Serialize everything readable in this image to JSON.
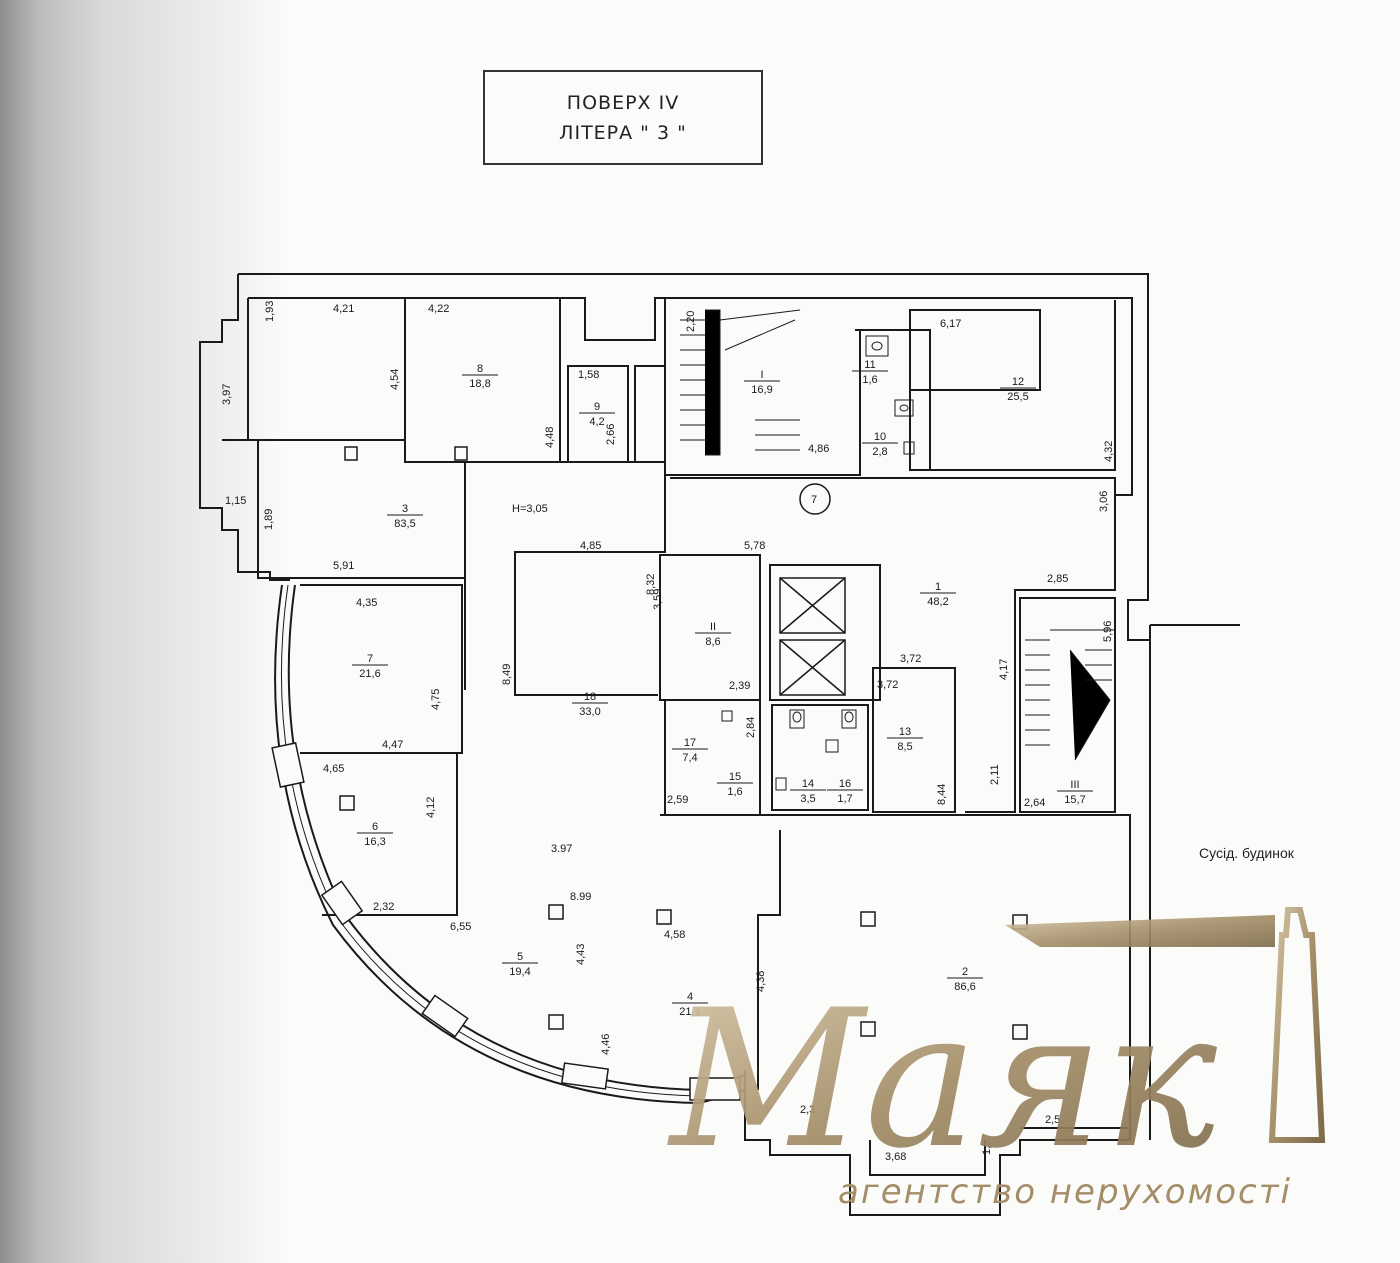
{
  "header": {
    "floor": "ПОВЕРХ IV",
    "letter": "ЛІТЕРА \" 3 \""
  },
  "rooms": [
    {
      "id": "room-8",
      "number": "8",
      "area": "18,8"
    },
    {
      "id": "room-9",
      "number": "9",
      "area": "4,2"
    },
    {
      "id": "room-stair-1",
      "number": "I",
      "area": "16,9"
    },
    {
      "id": "room-11",
      "number": "11",
      "area": "1,6"
    },
    {
      "id": "room-10",
      "number": "10",
      "area": "2,8"
    },
    {
      "id": "room-12",
      "number": "12",
      "area": "25,5"
    },
    {
      "id": "room-3",
      "number": "3",
      "area": "83,5"
    },
    {
      "id": "room-1",
      "number": "1",
      "area": "48,2"
    },
    {
      "id": "room-7",
      "number": "7",
      "area": "21,6"
    },
    {
      "id": "room-stair-2",
      "number": "II",
      "area": "8,6"
    },
    {
      "id": "room-18",
      "number": "18",
      "area": "33,0"
    },
    {
      "id": "room-17",
      "number": "17",
      "area": "7,4"
    },
    {
      "id": "room-15",
      "number": "15",
      "area": "1,6"
    },
    {
      "id": "room-14",
      "number": "14",
      "area": "3,5"
    },
    {
      "id": "room-16",
      "number": "16",
      "area": "1,7"
    },
    {
      "id": "room-13",
      "number": "13",
      "area": "8,5"
    },
    {
      "id": "room-stair-3",
      "number": "III",
      "area": "15,7"
    },
    {
      "id": "room-6",
      "number": "6",
      "area": "16,3"
    },
    {
      "id": "room-5",
      "number": "5",
      "area": "19,4"
    },
    {
      "id": "room-4",
      "number": "4",
      "area": "21,1"
    },
    {
      "id": "room-2",
      "number": "2",
      "area": "86,6"
    }
  ],
  "dimensions": [
    "4,21",
    "1,93",
    "3,97",
    "4,54",
    "4,22",
    "4,48",
    "1,58",
    "2,66",
    "2,20",
    "4,86",
    "6,17",
    "4,32",
    "3,06",
    "1,15",
    "1,89",
    "H=3,05",
    "4,85",
    "5,78",
    "5,91",
    "4,35",
    "4,75",
    "4,47",
    "8,32",
    "8,49",
    "3,59",
    "2,39",
    "3,72",
    "3,72",
    "2,85",
    "5,96",
    "4,17",
    "2,11",
    "8,44",
    "2,64",
    "2,84",
    "2,59",
    "4,65",
    "4,12",
    "2,32",
    "6,55",
    "3.97",
    "8.99",
    "4,58",
    "4,43",
    "4,38",
    "4,46",
    "2,3",
    "2,5",
    "3,68",
    "1,"
  ],
  "circle_mark": "7",
  "neighbor_label": "Сусід. будинок",
  "watermark": {
    "brand": "Маяк",
    "subtitle": "агентство нерухомості",
    "color": "#a48e68"
  }
}
